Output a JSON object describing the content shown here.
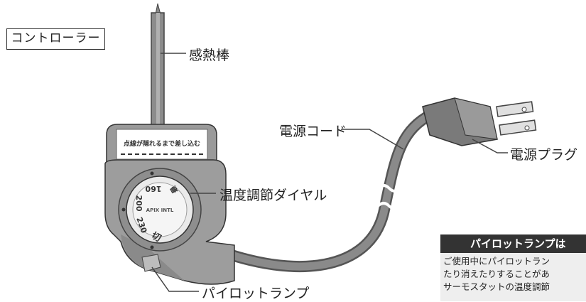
{
  "title": "コントローラー",
  "callouts": {
    "probe": "感熱棒",
    "cord": "電源コード",
    "plug": "電源プラグ",
    "dial": "温度調節ダイヤル",
    "lamp": "パイロットランプ"
  },
  "controller_label": "点線が隠れるまで差し込む",
  "dial": {
    "brand": "APIX INTL",
    "marks": [
      "160",
      "200",
      "230",
      "切",
      "最"
    ]
  },
  "note": {
    "heading": "パイロットランプは",
    "lines": [
      "ご使用中にパイロットラン",
      "たり消えたりすることがあ",
      "サーモスタットの温度調節"
    ]
  }
}
